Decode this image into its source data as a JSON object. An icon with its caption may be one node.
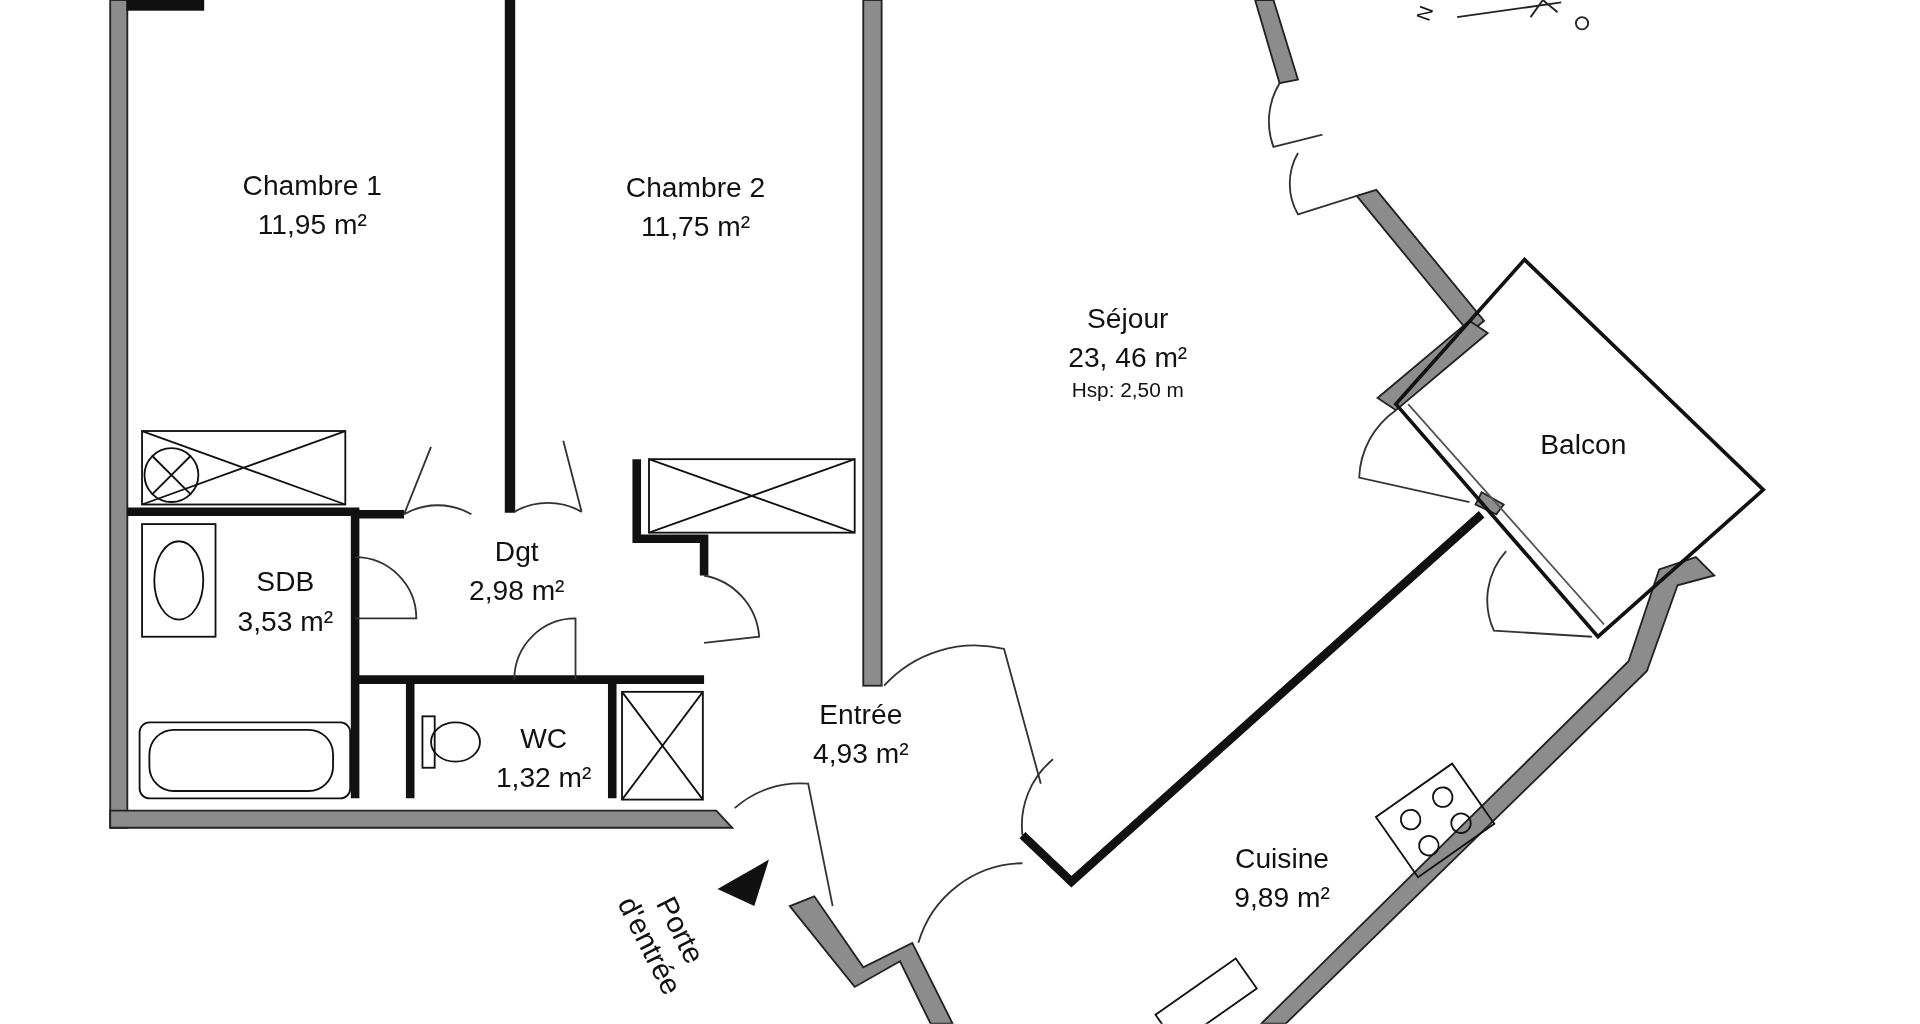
{
  "diagram": {
    "nodes": [
      {
        "text": [
          "Chambre 1",
          "11,95 m²"
        ]
      },
      {
        "text": [
          "Chambre 2",
          "11,75 m²"
        ]
      },
      {
        "text": [
          "Séjour",
          "23, 46 m²",
          "Hsp: 2,50 m"
        ]
      },
      {
        "text": [
          "Balcon"
        ]
      },
      {
        "text": [
          "SDB",
          "3,53 m²"
        ]
      },
      {
        "text": [
          "Dgt",
          "2,98 m²"
        ]
      },
      {
        "text": [
          "WC",
          "1,32 m²"
        ]
      },
      {
        "text": [
          "Entrée",
          "4,93 m²"
        ]
      },
      {
        "text": [
          "Cuisine",
          "9,89 m²"
        ]
      }
    ],
    "edges": [],
    "labels": [
      "Porte d'entrée",
      "N"
    ]
  }
}
